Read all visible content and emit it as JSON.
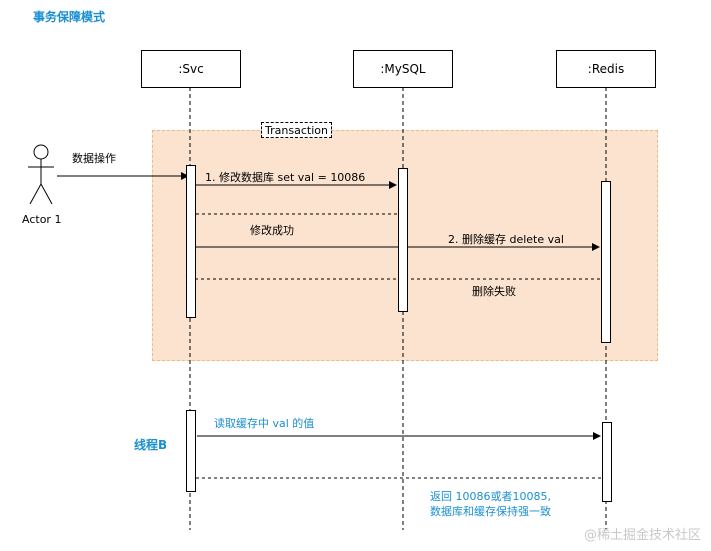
{
  "title": "事务保障模式",
  "participants": {
    "svc": ":Svc",
    "mysql": ":MySQL",
    "redis": ":Redis"
  },
  "actor": {
    "label": "Actor 1",
    "action": "数据操作"
  },
  "transaction": {
    "label": "Transaction"
  },
  "messages": {
    "m1": "1. 修改数据库  set val = 10086",
    "m1_return": "修改成功",
    "m2": "2. 删除缓存 delete val",
    "m2_return": "删除失败"
  },
  "thread_b": {
    "label": "线程B",
    "read": "读取缓存中 val 的值",
    "return_line1": "返回  10086或者10085,",
    "return_line2": "数据库和缓存保持强一致"
  },
  "watermark": "@稀土掘金技术社区",
  "colors": {
    "accent": "#1a8fd1",
    "transaction_fill": "#fbe3cf",
    "transaction_border": "#f0b884"
  }
}
